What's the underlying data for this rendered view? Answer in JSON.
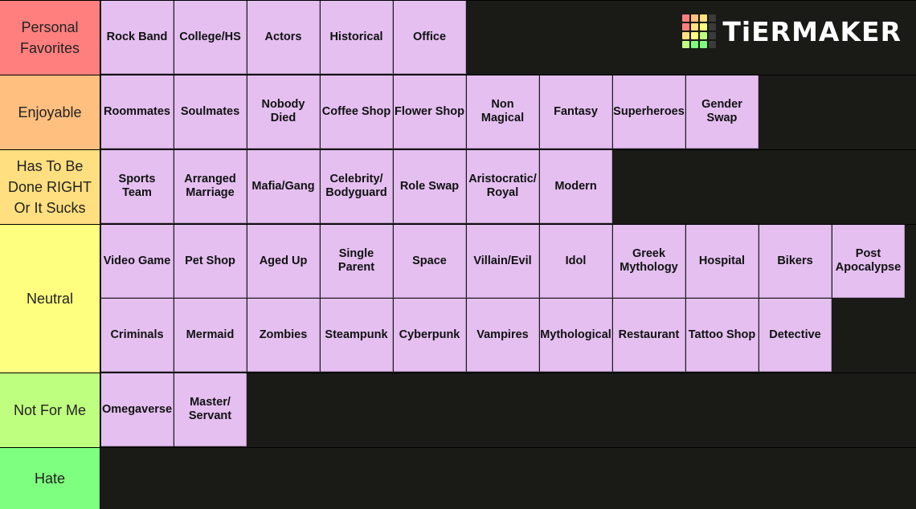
{
  "logo": {
    "text": "TiERMAKER",
    "colors": [
      "#ff7f7f",
      "#ffbf7f",
      "#ffdf7f",
      "#3b3b3b",
      "#ff7f7f",
      "#ffdf7f",
      "#ffff7f",
      "#3b3b3b",
      "#ffdf7f",
      "#ffff7f",
      "#bfff7f",
      "#3b3b3b",
      "#bfff7f",
      "#7fff7f",
      "#7fff7f",
      "#3b3b3b"
    ]
  },
  "tiers": [
    {
      "label": "Personal\nFavorites",
      "color": "#ff7f7f",
      "items": [
        "Rock Band",
        "College/HS",
        "Actors",
        "Historical",
        "Office"
      ]
    },
    {
      "label": "Enjoyable",
      "color": "#ffbf7f",
      "items": [
        "Roommates",
        "Soulmates",
        "Nobody\nDied",
        "Coffee Shop",
        "Flower Shop",
        "Non\nMagical",
        "Fantasy",
        "Superheroes",
        "Gender\nSwap"
      ]
    },
    {
      "label": "Has To Be\nDone RIGHT\nOr It Sucks",
      "color": "#ffdf7f",
      "items": [
        "Sports\nTeam",
        "Arranged\nMarriage",
        "Mafia/Gang",
        "Celebrity/\nBodyguard",
        "Role Swap",
        "Aristocratic/\nRoyal",
        "Modern"
      ]
    },
    {
      "label": "Neutral",
      "color": "#ffff7f",
      "items": [
        "Video Game",
        "Pet Shop",
        "Aged Up",
        "Single\nParent",
        "Space",
        "Villain/Evil",
        "Idol",
        "Greek\nMythology",
        "Hospital",
        "Bikers",
        "Post\nApocalypse",
        "Criminals",
        "Mermaid",
        "Zombies",
        "Steampunk",
        "Cyberpunk",
        "Vampires",
        "Mythological",
        "Restaurant",
        "Tattoo Shop",
        "Detective"
      ]
    },
    {
      "label": "Not For Me",
      "color": "#bfff7f",
      "items": [
        "Omegaverse",
        "Master/\nServant"
      ]
    },
    {
      "label": "Hate",
      "color": "#7fff7f",
      "items": []
    }
  ]
}
